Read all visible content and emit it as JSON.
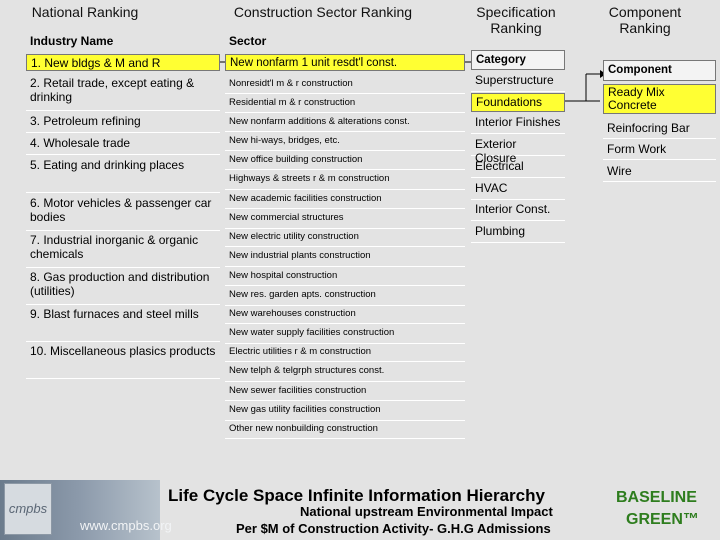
{
  "headers": {
    "national": "National Ranking",
    "construction": "Construction Sector Ranking",
    "specification": "Specification Ranking",
    "component": "Component Ranking"
  },
  "columns": {
    "industry": "Industry Name",
    "sector": "Sector",
    "category": "Category",
    "component": "Component"
  },
  "industries": [
    "1. New bldgs & M and R",
    "2. Retail trade, except eating & drinking",
    "3. Petroleum refining",
    "4. Wholesale trade",
    "5. Eating and drinking places",
    "6. Motor vehicles & passenger car bodies",
    "7. Industrial inorganic & organic chemicals",
    "8. Gas production and distribution (utilities)",
    "9. Blast furnaces and steel mills",
    "10. Miscellaneous plasics products"
  ],
  "sectors": [
    "New nonfarm 1 unit resdt'l const.",
    "Nonresidt'l m & r construction",
    "Residential m & r construction",
    "New nonfarm additions & alterations const.",
    "New hi-ways, bridges, etc.",
    "New office building construction",
    "Highways & streets r & m construction",
    "New academic facilities construction",
    "New commercial structures",
    "New electric utility construction",
    "New industrial plants construction",
    "New hospital construction",
    "New res. garden apts. construction",
    "New warehouses construction",
    "New water supply facilities construction",
    "Electric utilities r & m construction",
    "New telph & telgrph structures const.",
    "New sewer facilities construction",
    "New gas utility facilities construction",
    "Other new nonbuilding construction"
  ],
  "categories": [
    "Superstructure",
    "Foundations",
    "Interior Finishes",
    "Exterior Closure",
    "Electrical",
    "HVAC",
    "Interior Const.",
    "Plumbing"
  ],
  "components": [
    "Ready Mix Concrete",
    "Reinfocring Bar",
    "Form Work",
    "Wire"
  ],
  "footer": {
    "title": "Life Cycle Space Infinite Information Hierarchy",
    "line1": "National upstream Environmental Impact",
    "line2": "Per $M of Construction Activity- G.H.G Admissions",
    "brand1": "BASELINE",
    "brand2": "GREEN™",
    "logo": "cmpbs",
    "url": "www.cmpbs.org"
  },
  "colors": {
    "highlight": "#ffff33",
    "brand": "#2e7d1e"
  }
}
